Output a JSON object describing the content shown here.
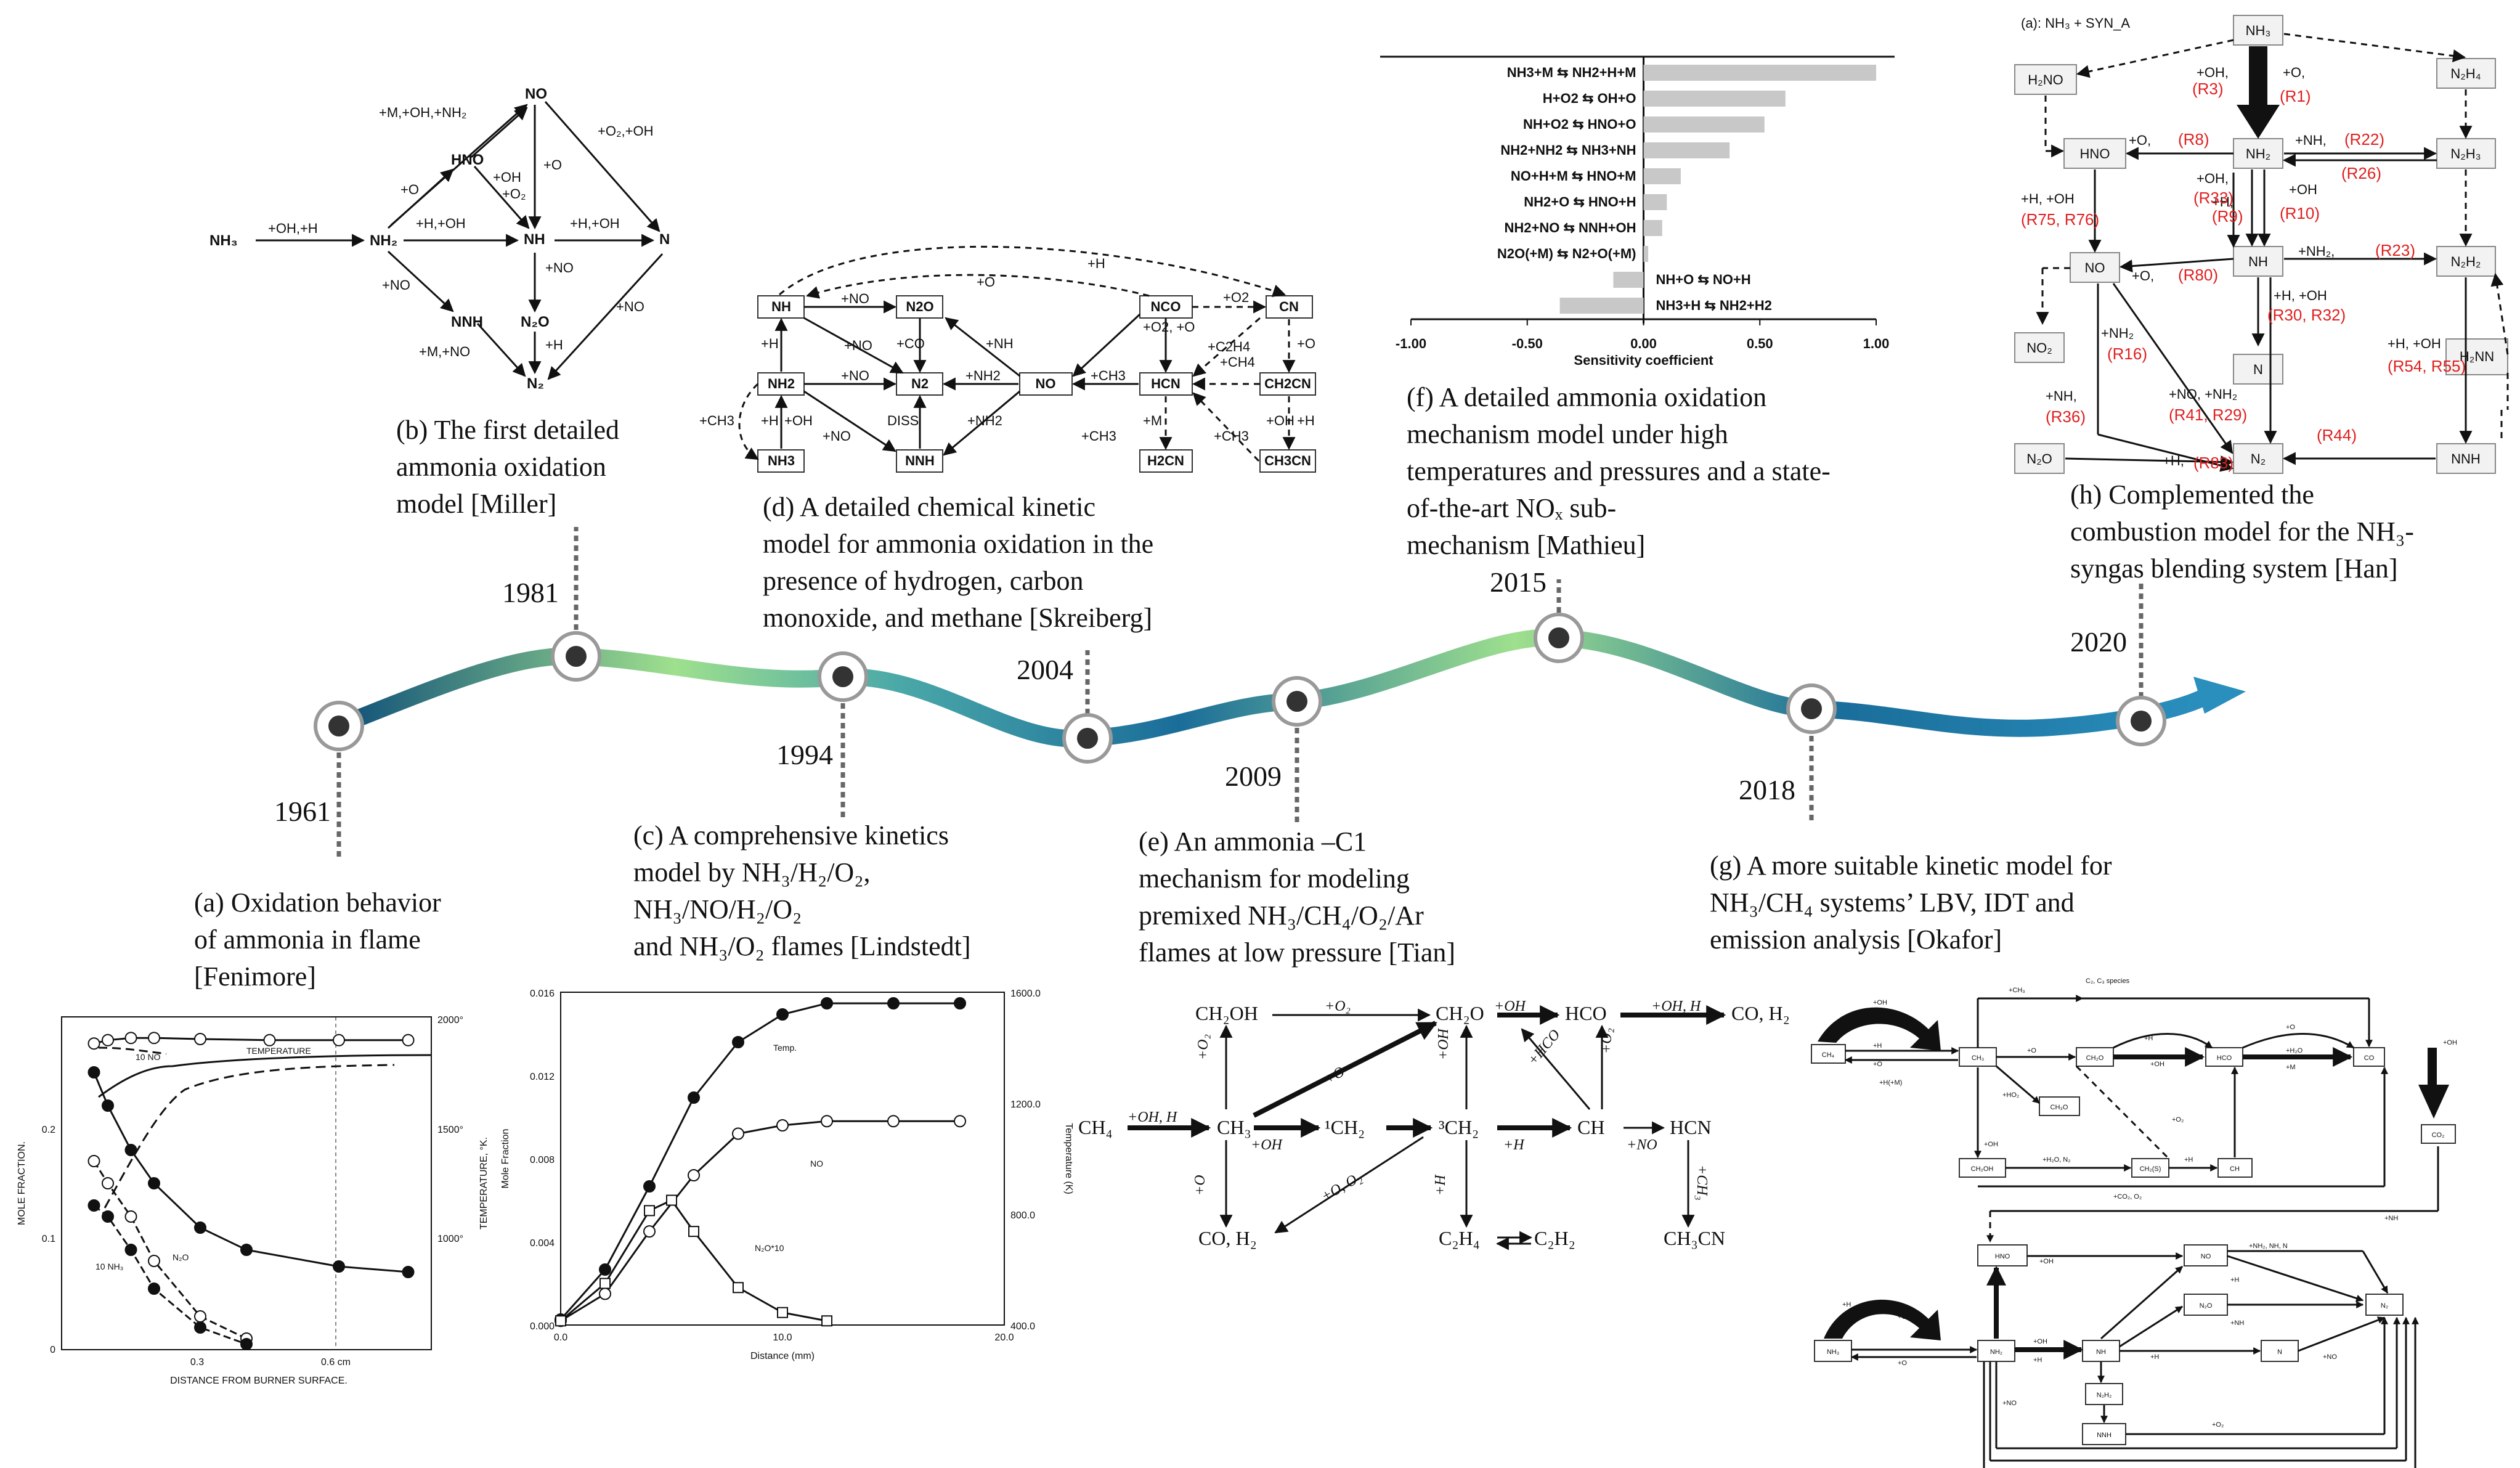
{
  "years": [
    "1961",
    "1981",
    "1994",
    "2004",
    "2009",
    "2015",
    "2018",
    "2020"
  ],
  "captions": {
    "a": [
      "(a) Oxidation behavior",
      "of ammonia in flame",
      "[Fenimore]"
    ],
    "b": [
      "(b) The first detailed",
      "ammonia oxidation",
      "model [Miller]"
    ],
    "c": [
      "(c) A comprehensive kinetics",
      "model by NH₃/H₂/O₂,",
      "NH₃/NO/H₂/O₂",
      "and NH₃/O₂ flames [Lindstedt]"
    ],
    "d": [
      "(d) A detailed chemical kinetic",
      "model for ammonia oxidation in the",
      "presence of hydrogen, carbon",
      "monoxide, and methane [Skreiberg]"
    ],
    "e": [
      "(e) An ammonia –C1",
      "mechanism for modeling",
      "premixed NH₃/CH₄/O₂/Ar",
      "flames at low pressure [Tian]"
    ],
    "f": [
      "(f) A detailed ammonia oxidation",
      "mechanism model under high",
      "temperatures and pressures and a state-",
      "of-the-art NOₓ sub-",
      "mechanism [Mathieu]"
    ],
    "g": [
      "(g) A more suitable kinetic model for",
      "NH₃/CH₄ systems’ LBV, IDT and",
      "emission analysis [Okafor]"
    ],
    "h": [
      "(h) Complemented the",
      "combustion model for the NH₃-",
      "syngas blending system [Han]"
    ]
  },
  "miller": {
    "species": [
      "NH₃",
      "NH₂",
      "NH",
      "N",
      "NO",
      "HNO",
      "NNH",
      "N₂O",
      "N₂"
    ],
    "labels": [
      "+OH,+H",
      "+M,+OH,+NH₂",
      "+O₂,+OH",
      "+O",
      "+OH",
      "+O₂",
      "+H,+OH",
      "+H,+OH",
      "+NO",
      "+NO",
      "+NO",
      "+H",
      "+M,+NO",
      "+O"
    ]
  },
  "skreiberg": {
    "species": [
      "NH",
      "N2O",
      "NH2",
      "N2",
      "NO",
      "NH3",
      "NNH",
      "NCO",
      "CN",
      "HCN",
      "CH2CN",
      "H2CN",
      "CH3CN"
    ],
    "labels": [
      "+NO",
      "+NO",
      "+CO",
      "+H",
      "+NH",
      "+NO",
      "+NH2",
      "+CH3",
      "+H",
      "+OH",
      "+NO",
      "+NH2",
      "DISS",
      "+CH3",
      "+H",
      "+O",
      "+O2",
      "+O2, +O",
      "+C2H4",
      "+CH4",
      "+O",
      "+OH",
      "+H",
      "+M",
      "+CH3",
      "+CH3"
    ]
  },
  "tian": {
    "species": [
      "CH₂OH",
      "CH₂O",
      "HCO",
      "CO, H₂",
      "CH₄",
      "CH₃",
      "¹CH₂",
      "³CH₂",
      "CH",
      "HCN",
      "CO, H₂",
      "C₂H₄",
      "C₂H₂",
      "CH₃CN"
    ],
    "labels": [
      "+O₂",
      "+OH",
      "+OH, H",
      "+O",
      "+OH, H",
      "+OH",
      "+O₂",
      "+O",
      "+O, O₂",
      "+OH",
      "+H",
      "+NO",
      "+H",
      "+HCO",
      "+CH₃",
      "+O₂"
    ]
  },
  "han": {
    "title": "(a): NH₃ + SYN_A",
    "species": [
      "NH₃",
      "H₂NO",
      "N₂H₄",
      "HNO",
      "NH₂",
      "N₂H₃",
      "NO",
      "NH",
      "N₂H₂",
      "NO₂",
      "N",
      "H₂NN",
      "N₂O",
      "N₂",
      "NNH"
    ],
    "labels": [
      "+OH,",
      "+O,",
      "+O,",
      "+OH,",
      "+OH",
      "+NH,",
      "+H,",
      "+H, +OH",
      "+NH₂,",
      "+O,",
      "+H, +OH",
      "+NH₂",
      "+H, +OH",
      "+NH,",
      "+NO, +NH₂",
      "+H,"
    ],
    "refs": [
      "(R3)",
      "(R1)",
      "(R8)",
      "(R22)",
      "(R33)",
      "(R26)",
      "(R9)",
      "(R10)",
      "(R75, R76)",
      "(R23)",
      "(R80)",
      "(R30, R32)",
      "(R16)",
      "(R54, R55)",
      "(R36)",
      "(R41, R29)",
      "(R44)",
      "(R83)"
    ]
  },
  "okafor": {
    "species": [
      "CH₄",
      "CH₃",
      "CH₂O",
      "HCO",
      "CO",
      "CO₂",
      "CH₃O",
      "CH₂OH",
      "CH₂(S)",
      "CH",
      "C₂, C₃ species",
      "HNO",
      "NO",
      "NH₃",
      "NH₂",
      "NH",
      "N₂O",
      "N",
      "N₂",
      "N₂H₂",
      "NNH"
    ],
    "labels": [
      "+OH",
      "+H",
      "+O",
      "+H(+M)",
      "+CH₃",
      "+O",
      "+H",
      "+OH",
      "+O",
      "+H₂O",
      "+M",
      "+OH",
      "+O₂",
      "+HO₂",
      "+OH",
      "+H₂O, N₂",
      "+H",
      "+CO₂, O₂",
      "+NH",
      "+H",
      "+OH",
      "+O",
      "+OH",
      "+H",
      "+NH₂, NH, N",
      "+H",
      "+OH",
      "+NH",
      "+H",
      "+NO",
      "+NO",
      "+O₂"
    ]
  },
  "sensitivity": {
    "type": "bar",
    "title": "",
    "xlabel": "Sensitivity coefficient",
    "ylabel": "",
    "categories": [
      "NH3+M ⇆ NH2+H+M",
      "H+O2 ⇆ OH+O",
      "NH+O2 ⇆ HNO+O",
      "NH2+NH2 ⇆ NH3+NH",
      "NO+H+M ⇆ HNO+M",
      "NH2+O ⇆ HNO+H",
      "NH2+NO ⇆ NNH+OH",
      "N2O(+M) ⇆ N2+O(+M)",
      "NH+O ⇆ NO+H",
      "NH3+H ⇆ NH2+H2"
    ],
    "values": [
      1.0,
      0.61,
      0.52,
      0.37,
      0.16,
      0.1,
      0.08,
      0.02,
      -0.13,
      -0.36
    ],
    "ticks": [
      "-1.00",
      "-0.50",
      "0.00",
      "0.50",
      "1.00"
    ],
    "xlim": [
      -1,
      1
    ],
    "color": "#c8c8c8"
  },
  "fenimore": {
    "type": "line",
    "title": "",
    "xlabel": "DISTANCE FROM BURNER SURFACE.",
    "ylabel": "MOLE FRACTION.",
    "y2label": "TEMPERATURE, °K.",
    "xticks": [
      "0.3",
      "0.6 cm"
    ],
    "yticks": [
      "0",
      "0.1",
      "0.2"
    ],
    "y2ticks": [
      "1000°",
      "1500°",
      "2000°"
    ],
    "series": [
      {
        "name": "TEMPERATURE",
        "x": [
          0.07,
          0.1,
          0.15,
          0.2,
          0.3,
          0.45,
          0.6,
          0.75
        ],
        "y": [
          1880,
          1895,
          1905,
          1905,
          1900,
          1895,
          1895,
          1895
        ]
      },
      {
        "name": "10 NO",
        "x": [
          0.07,
          0.1,
          0.15,
          0.2,
          0.3,
          0.4,
          0.6,
          0.75
        ],
        "y": [
          0.25,
          0.22,
          0.18,
          0.15,
          0.11,
          0.09,
          0.075,
          0.07
        ]
      },
      {
        "name": "N₂O",
        "x": [
          0.07,
          0.1,
          0.15,
          0.2,
          0.3,
          0.4
        ],
        "y": [
          0.17,
          0.15,
          0.12,
          0.08,
          0.03,
          0.01
        ]
      },
      {
        "name": "10 NH₃",
        "x": [
          0.07,
          0.1,
          0.15,
          0.2,
          0.3,
          0.4
        ],
        "y": [
          0.13,
          0.12,
          0.09,
          0.055,
          0.02,
          0.005
        ]
      }
    ]
  },
  "lindstedt": {
    "type": "line",
    "title": "",
    "xlabel": "Distance (mm)",
    "ylabel": "Mole Fraction",
    "y2label": "Temperature (K)",
    "xticks": [
      "0.0",
      "10.0",
      "20.0"
    ],
    "yticks": [
      "0.000",
      "0.004",
      "0.008",
      "0.012",
      "0.016"
    ],
    "y2ticks": [
      "400.0",
      "800.0",
      "1200.0",
      "1600.0"
    ],
    "series": [
      {
        "name": "Temp.",
        "x": [
          0,
          2,
          4,
          6,
          8,
          10,
          12,
          15,
          18
        ],
        "y": [
          420,
          600,
          900,
          1220,
          1420,
          1520,
          1560,
          1560,
          1560
        ]
      },
      {
        "name": "NO",
        "x": [
          0,
          2,
          4,
          6,
          8,
          10,
          12,
          15,
          18
        ],
        "y": [
          0.0002,
          0.0015,
          0.0045,
          0.0072,
          0.0092,
          0.0096,
          0.0098,
          0.0098,
          0.0098
        ]
      },
      {
        "name": "N₂O*10",
        "x": [
          0,
          2,
          4,
          5,
          6,
          8,
          10,
          12
        ],
        "y": [
          0.0002,
          0.002,
          0.0055,
          0.006,
          0.0045,
          0.0018,
          0.0006,
          0.0002
        ]
      }
    ]
  },
  "colors": {
    "timeline_start": "#0e4f79",
    "timeline_mid": "#9fe08e",
    "timeline_end": "#2a8fbd",
    "marker_fill": "#333333",
    "arrow_color": "#2a8fbd"
  }
}
